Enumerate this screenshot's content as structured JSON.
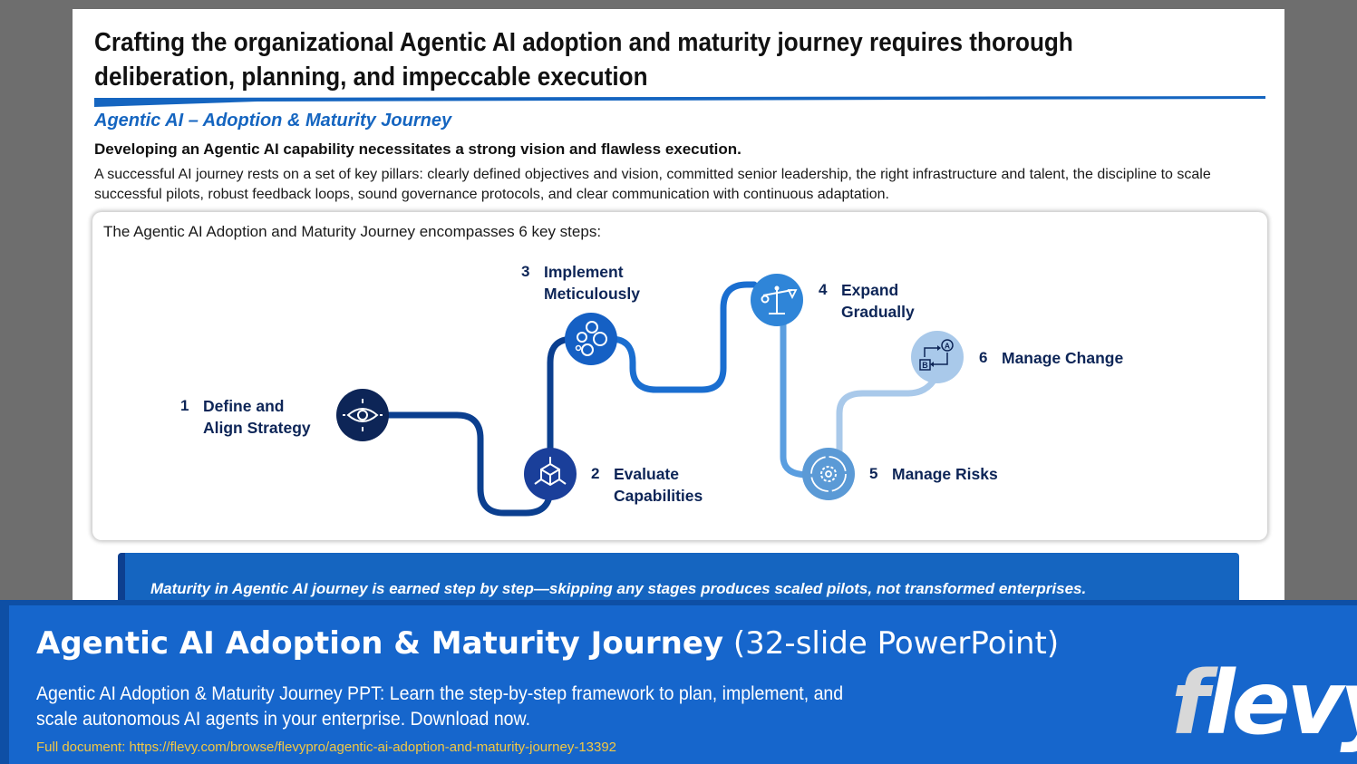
{
  "slide": {
    "headline": "Crafting the organizational Agentic AI adoption and maturity journey requires thorough deliberation, planning, and impeccable execution",
    "subtitle": "Agentic AI – Adoption & Maturity Journey",
    "lead": "Developing an Agentic AI capability necessitates a strong vision and flawless execution.",
    "body": "A successful AI journey rests on a set of key pillars: clearly defined objectives and vision, committed senior leadership, the right infrastructure and talent, the discipline to scale successful pilots, robust feedback loops, sound governance protocols, and clear communication with continuous adaptation.",
    "panel_intro": "The Agentic AI Adoption and Maturity Journey encompasses 6 key steps:",
    "steps": [
      {
        "num": "1",
        "line1": "Define and",
        "line2": "Align Strategy",
        "icon": "eye-target-icon",
        "color": "#0d2557"
      },
      {
        "num": "2",
        "line1": "Evaluate",
        "line2": "Capabilities",
        "icon": "cube-network-icon",
        "color": "#1a3f9a"
      },
      {
        "num": "3",
        "line1": "Implement",
        "line2": "Meticulously",
        "icon": "bubbles-icon",
        "color": "#1560c4"
      },
      {
        "num": "4",
        "line1": "Expand",
        "line2": "Gradually",
        "icon": "scale-balance-icon",
        "color": "#2f85d8"
      },
      {
        "num": "5",
        "line1": "Manage Risks",
        "line2": "",
        "icon": "gear-cycle-icon",
        "color": "#5b9ad6"
      },
      {
        "num": "6",
        "line1": "Manage Change",
        "line2": "",
        "icon": "a-to-b-icon",
        "color": "#a9c9ea"
      }
    ],
    "banner": "Maturity in Agentic AI journey is earned step by step—skipping any stages produces scaled pilots, not transformed enterprises."
  },
  "footer": {
    "title_bold": "Agentic AI Adoption & Maturity Journey",
    "title_light": "(32-slide PowerPoint)",
    "description": "Agentic AI Adoption & Maturity Journey PPT: Learn the step-by-step framework to plan, implement, and scale autonomous AI agents in your enterprise. Download now.",
    "link": "Full document: https://flevy.com/browse/flevypro/agentic-ai-adoption-and-maturity-journey-13392",
    "brand": "flevy"
  }
}
